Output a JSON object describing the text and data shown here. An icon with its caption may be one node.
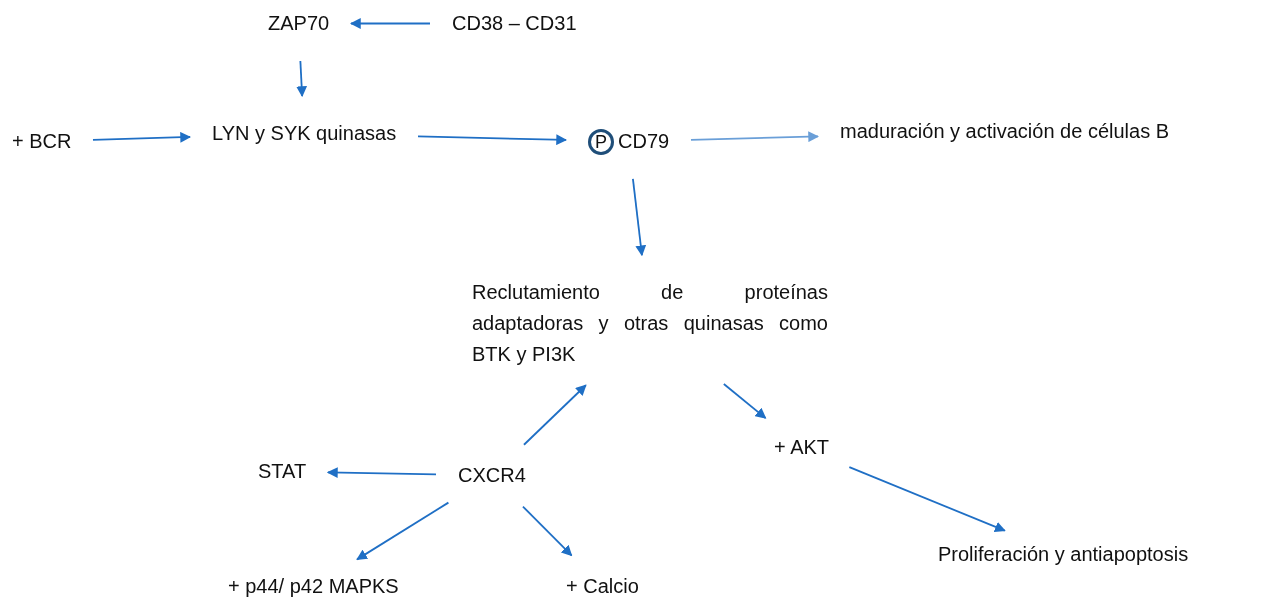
{
  "diagram": {
    "nodes": [
      {
        "text": [
          "ZAP70"
        ]
      },
      {
        "text": [
          "CD38 – CD31"
        ]
      },
      {
        "text": [
          "+ BCR"
        ]
      },
      {
        "text": [
          "LYN y SYK quinasas"
        ]
      },
      {
        "text": [
          "P",
          "CD79"
        ]
      },
      {
        "text": [
          "maduración y activación de células B"
        ]
      },
      {
        "text": [
          "Reclutamiento de proteínas adaptadoras y otras quinasas como BTK y PI3K"
        ]
      },
      {
        "text": [
          "CXCR4"
        ]
      },
      {
        "text": [
          "STAT"
        ]
      },
      {
        "text": [
          "+ AKT"
        ]
      },
      {
        "text": [
          "+ p44/ p42 MAPKS"
        ]
      },
      {
        "text": [
          "+ Calcio"
        ]
      },
      {
        "text": [
          "Proliferación y antiapoptosis"
        ]
      }
    ],
    "edges": [
      {
        "from": 1,
        "to": 0,
        "arrow": "to"
      },
      {
        "from": 0,
        "to": 3,
        "arrow": "to"
      },
      {
        "from": 2,
        "to": 3,
        "arrow": "to"
      },
      {
        "from": 3,
        "to": 4,
        "arrow": "to"
      },
      {
        "from": 4,
        "to": 5,
        "arrow": "to",
        "color": "#6a9fd8"
      },
      {
        "from": 4,
        "to": 6,
        "arrow": "to"
      },
      {
        "from": 7,
        "to": 6,
        "arrow": "to"
      },
      {
        "from": 6,
        "to": 9,
        "arrow": "to"
      },
      {
        "from": 9,
        "to": 12,
        "arrow": "to"
      },
      {
        "from": 7,
        "to": 8,
        "arrow": "to"
      },
      {
        "from": 7,
        "to": 10,
        "arrow": "to"
      },
      {
        "from": 7,
        "to": 11,
        "arrow": "to"
      }
    ]
  }
}
